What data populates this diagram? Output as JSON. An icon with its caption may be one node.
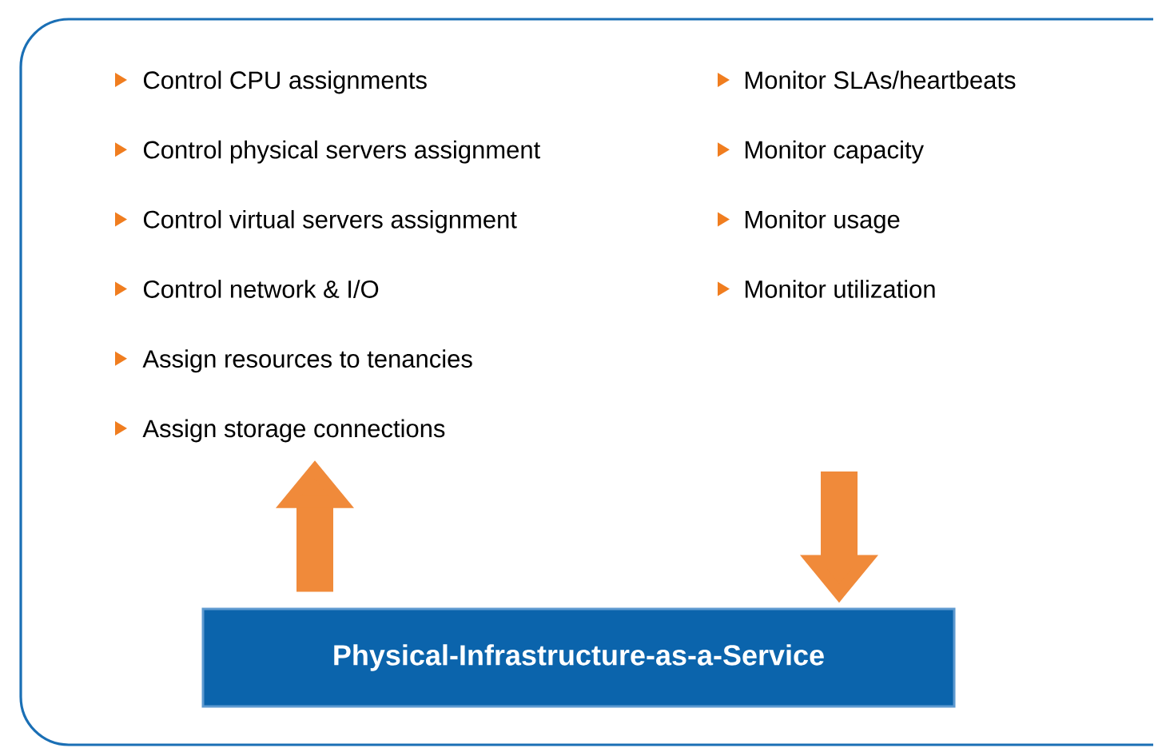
{
  "diagram": {
    "nodes": [
      {
        "text": [
          "Control CPU assignments",
          "Control physical servers assignment",
          "Control virtual servers assignment",
          "Control network & I/O",
          "Assign resources to tenancies",
          "Assign storage connections"
        ]
      },
      {
        "text": [
          "Monitor SLAs/heartbeats",
          "Monitor capacity",
          "Monitor usage",
          "Monitor utilization"
        ]
      },
      {
        "text": [
          "Physical-Infrastructure-as-a-Service"
        ]
      }
    ],
    "edges": [
      {
        "from": 2,
        "to": 0,
        "arrow": "to"
      },
      {
        "from": null,
        "to": 2,
        "arrow": "to"
      }
    ]
  }
}
